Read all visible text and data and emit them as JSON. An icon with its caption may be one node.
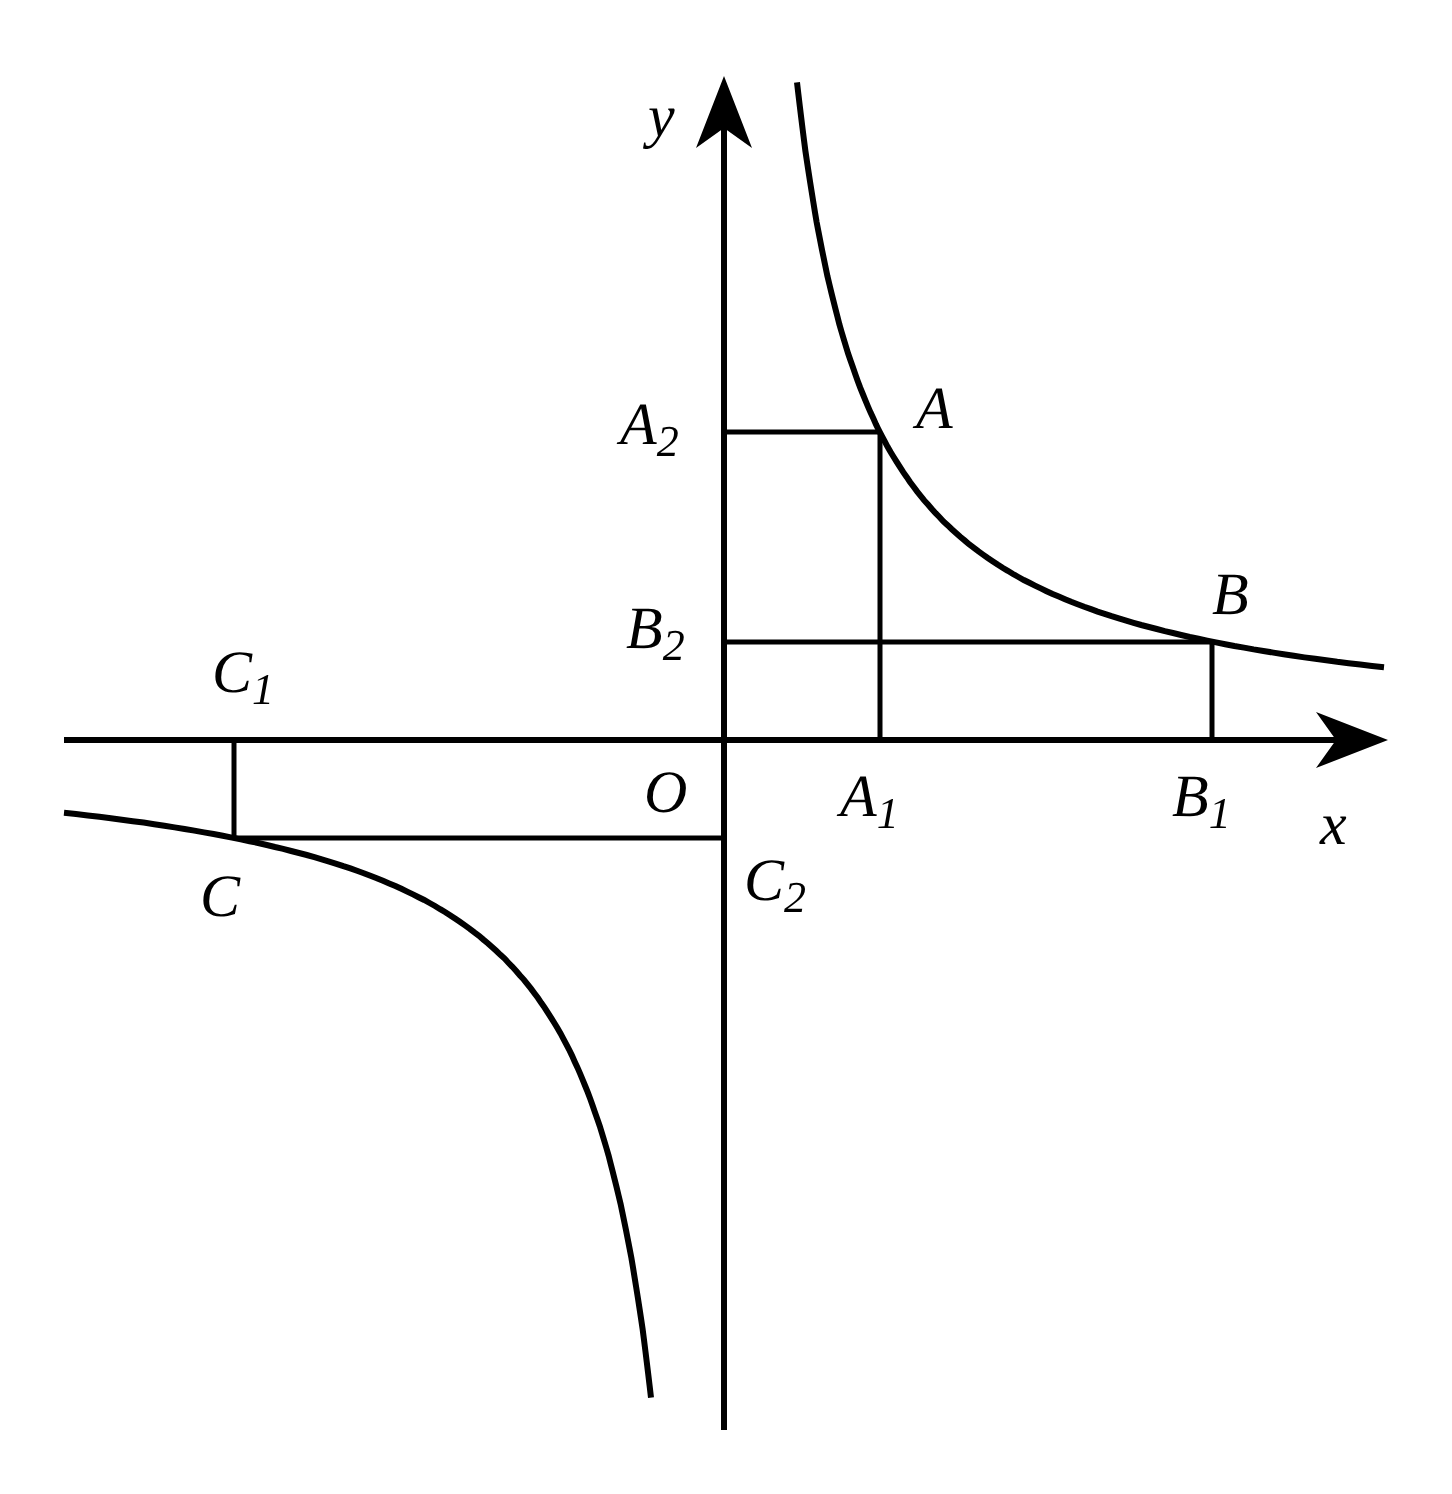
{
  "diagram": {
    "labels": [
      "y",
      "A$_{2}$",
      "A",
      "B$_{2}$",
      "B",
      "C$_{1}$",
      "O",
      "A$_{1}$",
      "B$_{1}$",
      "x",
      "C",
      "C$_{2}$"
    ]
  }
}
